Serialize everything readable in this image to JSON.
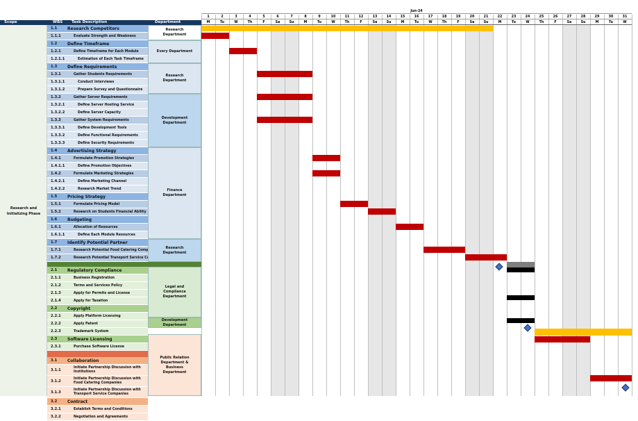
{
  "header": {
    "scope": "Scope",
    "wbs": "WBS",
    "task": "Task Description",
    "department": "Department",
    "month": "Jun-24"
  },
  "days": [
    "1",
    "2",
    "3",
    "4",
    "5",
    "6",
    "7",
    "8",
    "9",
    "10",
    "11",
    "12",
    "13",
    "14",
    "15",
    "16",
    "17",
    "18",
    "19",
    "20",
    "21",
    "22",
    "23",
    "24",
    "25",
    "26",
    "27",
    "28",
    "29",
    "30",
    "31"
  ],
  "weekdays": [
    "M",
    "Tu",
    "W",
    "Th",
    "F",
    "Sa",
    "Su",
    "M",
    "Tu",
    "W",
    "Th",
    "F",
    "Sa",
    "Su",
    "M",
    "Tu",
    "W",
    "Th",
    "F",
    "Sa",
    "Su",
    "M",
    "Tu",
    "W",
    "Th",
    "F",
    "Sa",
    "Su",
    "M",
    "Tu",
    "W"
  ],
  "scope_label": "Research and Initializing Phase",
  "rows": [
    {
      "wbs": "1.1",
      "task": "Research Competitors",
      "level": 1
    },
    {
      "wbs": "1.1.1",
      "task": "Evaluate Strength and Weakness",
      "level": 2
    },
    {
      "wbs": "1.2",
      "task": "Define Timeframe",
      "level": 1
    },
    {
      "wbs": "1.2.1",
      "task": "Define Timeframe for Each Module",
      "level": 2
    },
    {
      "wbs": "1.2.1.1",
      "task": "Estimation of Each Task Timeframe",
      "level": 3
    },
    {
      "wbs": "1.3",
      "task": "Define Requirements",
      "level": 1
    },
    {
      "wbs": "1.3.1",
      "task": "Gather Students Requirements",
      "level": 2
    },
    {
      "wbs": "1.3.1.1",
      "task": "Conduct Interviews",
      "level": 3
    },
    {
      "wbs": "1.3.1.2",
      "task": "Prepare Survey and Questionnaire",
      "level": 3
    },
    {
      "wbs": "1.3.2",
      "task": "Gather Server Requirements",
      "level": 2
    },
    {
      "wbs": "1.3.2.1",
      "task": "Define Server Hosting Service",
      "level": 3
    },
    {
      "wbs": "1.3.2.2",
      "task": "Define Server Capacity",
      "level": 3
    },
    {
      "wbs": "1.3.3",
      "task": "Gather System Requirements",
      "level": 2
    },
    {
      "wbs": "1.3.3.1",
      "task": "Define Development Tools",
      "level": 3
    },
    {
      "wbs": "1.3.3.2",
      "task": "Define Functional Requirements",
      "level": 3
    },
    {
      "wbs": "1.3.3.3",
      "task": "Define Security Requirements",
      "level": 3
    },
    {
      "wbs": "1.4",
      "task": "Advertising Strategy",
      "level": 1
    },
    {
      "wbs": "1.4.1",
      "task": "Formulate Promotion Strategies",
      "level": 2
    },
    {
      "wbs": "1.4.1.1",
      "task": "Define Promotion Objectives",
      "level": 3
    },
    {
      "wbs": "1.4.2",
      "task": "Formulate Marketing Strategies",
      "level": 2
    },
    {
      "wbs": "1.4.2.1",
      "task": "Define Marketing Channel",
      "level": 3
    },
    {
      "wbs": "1.4.2.2",
      "task": "Research Market Trend",
      "level": 3
    },
    {
      "wbs": "1.5",
      "task": "Pricing Strategy",
      "level": 1
    },
    {
      "wbs": "1.5.1",
      "task": "Formulate Pricing Model",
      "level": 2
    },
    {
      "wbs": "1.5.2",
      "task": "Research on Students Financial Ability",
      "level": 2
    },
    {
      "wbs": "1.6",
      "task": "Budgeting",
      "level": 1
    },
    {
      "wbs": "1.6.1",
      "task": "Allocation of Resources",
      "level": 2
    },
    {
      "wbs": "1.6.1.1",
      "task": "Define Each Module Resources",
      "level": 3
    },
    {
      "wbs": "1.7",
      "task": "Identify Potential Partner",
      "level": 1
    },
    {
      "wbs": "1.7.1",
      "task": "Research Potential Food Catering Companies",
      "level": 2
    },
    {
      "wbs": "1.7.2",
      "task": "Research Potential Transport Service Companies",
      "level": 2
    }
  ],
  "rows2": [
    {
      "wbs": "2.1",
      "task": "Regulatory Compliance",
      "level": 1
    },
    {
      "wbs": "2.1.1",
      "task": "Business Registration",
      "level": 2
    },
    {
      "wbs": "2.1.2",
      "task": "Terms and Services Policy",
      "level": 2
    },
    {
      "wbs": "2.1.3",
      "task": "Apply for Permits and License",
      "level": 2
    },
    {
      "wbs": "2.1.4",
      "task": "Apply for Taxation",
      "level": 2
    },
    {
      "wbs": "2.2",
      "task": "Copyright",
      "level": 1
    },
    {
      "wbs": "2.2.1",
      "task": "Apply Platform Licensing",
      "level": 2
    },
    {
      "wbs": "2.2.2",
      "task": "Apply Patent",
      "level": 2
    },
    {
      "wbs": "2.2.3",
      "task": "Trademark System",
      "level": 2
    },
    {
      "wbs": "2.3",
      "task": "Software Licensing",
      "level": 1
    },
    {
      "wbs": "2.3.1",
      "task": "Purchase Software License",
      "level": 2
    }
  ],
  "rows3": [
    {
      "wbs": "3.1",
      "task": "Collaboration",
      "level": 1,
      "h": 11
    },
    {
      "wbs": "3.1.1",
      "task": "Initiate Partnership Discussion with Institutions",
      "level": 2,
      "h": 16
    },
    {
      "wbs": "3.1.2",
      "task": "Initiate Partnership Discussion with Food Catering Companies",
      "level": 2,
      "h": 16
    },
    {
      "wbs": "3.1.3",
      "task": "Initiate Partnership Discussion with Transport Service Companies",
      "level": 2,
      "h": 16
    },
    {
      "wbs": "3.2",
      "task": "Contract",
      "level": 1,
      "h": 11
    },
    {
      "wbs": "3.2.1",
      "task": "Establish Terms and Conditions",
      "level": 2,
      "h": 11
    },
    {
      "wbs": "3.2.2",
      "task": "Negotiation and Agreements",
      "level": 2,
      "h": 11
    }
  ],
  "departments": {
    "research": "Research Department",
    "every": "Every Department",
    "development": "Development Department",
    "finance": "Finance Department",
    "legal": "Legal and Compliance Department",
    "pr": "Public Relation Department & Business Department"
  },
  "colors": {
    "header": "#17375e",
    "summary_bar": "#ffc000",
    "task_bar": "#c00000",
    "milestone": "#4472c4",
    "phase2_bar": "#000000",
    "phase2_summary": "#7f7f7f",
    "weekend": "#e7e6e6",
    "phase1_level1": "#8db4e2",
    "phase1_level2": "#b8cce4",
    "phase1_level3": "#dce6f1",
    "phase2_level1": "#a9d08e",
    "phase2_level2": "#e2efda",
    "phase3_level1": "#f4b084",
    "phase3_level2": "#fce4d6"
  }
}
